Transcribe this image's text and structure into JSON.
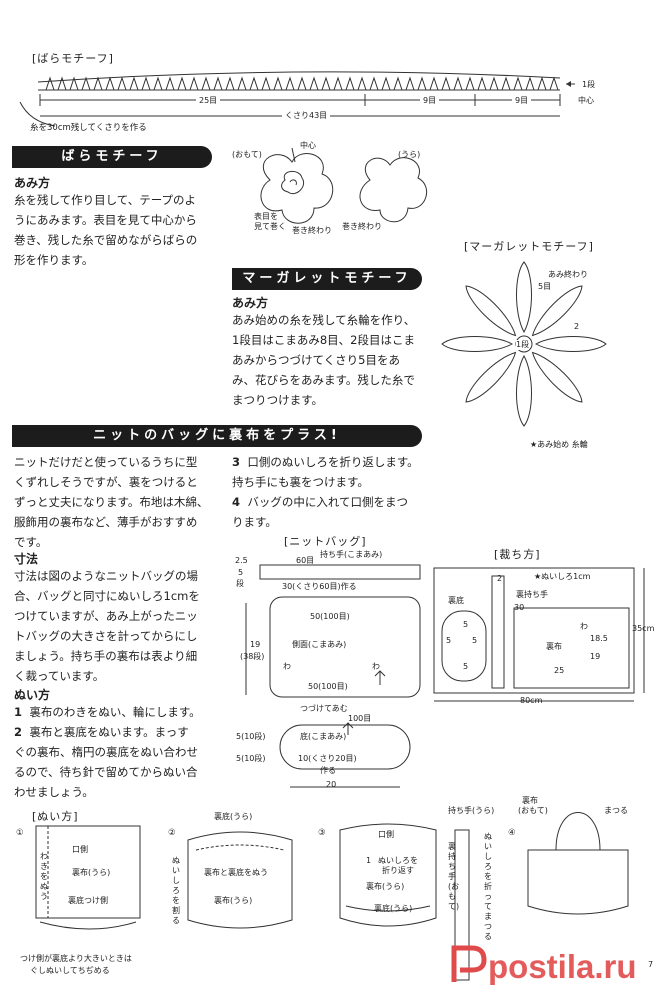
{
  "rose_chart": {
    "title": "[ばらモチーフ]",
    "row1": "1段",
    "center": "中心",
    "count25": "25目",
    "count9a": "9目",
    "count9b": "9目",
    "chain": "くさり43目",
    "tail_note": "糸を30cm残してくさりを作る"
  },
  "rose": {
    "title": "ばらモチーフ",
    "how_label": "あみ方",
    "body": [
      "糸を残して作り目して、テープのよ",
      "うにあみます。表目を見て中心から",
      "巻き、残した糸で留めながらばらの",
      "形を作ります。"
    ],
    "front_label": "(おもて)",
    "back_label": "(うら)",
    "center_label": "中心",
    "roll_note_1": "表目を",
    "roll_note_2": "見て巻く",
    "wind_end_1": "巻き終わり",
    "wind_end_2": "巻き終わり"
  },
  "marguerite": {
    "title": "マーガレットモチーフ",
    "how_label": "あみ方",
    "body": [
      "あみ始めの糸を残して糸輪を作り、",
      "1段目はこまあみ8目、2段目はこま",
      "あみからつづけてくさり5目をあ",
      "み、花びらをあみます。残した糸で",
      "まつりつけます。"
    ],
    "chart_title": "[マーガレットモチーフ]",
    "end_label": "あみ終わり",
    "count5": "5目",
    "row2": "2",
    "row1": "1段",
    "start_note": "★あみ始め 糸輪"
  },
  "knit_bag": {
    "title": "ニットのバッグに裏布をプラス!",
    "intro": [
      "ニットだけだと使っているうちに型",
      "くずれしそうですが、裏をつけると",
      "ずっと丈夫になります。布地は木綿、",
      "服飾用の裏布など、薄手がおすすめ",
      "です。"
    ],
    "size_label": "寸法",
    "size_body": [
      "寸法は図のようなニットバッグの場",
      "合、バッグと同寸にぬいしろ1cmを",
      "つけていますが、あみ上がったニッ",
      "トバッグの大きさを計ってからにし",
      "ましょう。持ち手の裏布は表より細",
      "く裁っています。"
    ],
    "sew_label": "ぬい方",
    "step1_num": "1",
    "step1": "裏布のわきをぬい、輪にします。",
    "step2_num": "2",
    "step2": [
      "裏布と裏底をぬいます。まっす",
      "ぐの裏布、楕円の裏底をぬい合わせ",
      "るので、待ち針で留めてからぬい合",
      "わせましょう。"
    ],
    "step3_num": "3",
    "step3": [
      "口側のぬいしろを折り返します。",
      "持ち手にも裏をつけます。"
    ],
    "step4_num": "4",
    "step4": [
      "バッグの中に入れて口側をまつ",
      "ります。"
    ]
  },
  "knit_diagram": {
    "title": "[ニットバッグ]",
    "handle": "持ち手(こまあみ)",
    "d60": "60目",
    "h25": "2.5",
    "h5": "5",
    "h_dan": "段",
    "chain30": "30(くさり60目)作る",
    "top50": "50(100目)",
    "side": "側面(こまあみ)",
    "bottom50": "50(100目)",
    "h19": "19",
    "h38": "(38段)",
    "wa1": "わ",
    "wa2": "わ",
    "attach": "つづけてあむ",
    "b100": "100目",
    "base": "底(こまあみ)",
    "b5a": "5(10段)",
    "b5b": "5(10段)",
    "chain10": "10(くさり20目)",
    "make": "作る",
    "w20": "20"
  },
  "cutting": {
    "title": "[裁ち方]",
    "seam": "★ぬいしろ1cm",
    "ura_soko": "裏底",
    "ura_mochite": "裏持ち手",
    "n30": "30",
    "n2": "2",
    "n5": [
      "5",
      "5",
      "5",
      "5"
    ],
    "urafu": "裏布",
    "wa": "わ",
    "n185": "18.5",
    "n19": "19",
    "n25": "25",
    "n35": "35cm",
    "n80": "80cm"
  },
  "sewing": {
    "title": "[ぬい方]",
    "n1": "①",
    "n2": "②",
    "n3": "③",
    "n4": "④",
    "s1_kuchi": "口側",
    "s1_waki": "わきをぬう",
    "s1_urafu": "裏布(うら)",
    "s1_tsuke": "裏底つけ側",
    "s1_note1": "つけ側が裏底より大きいときは",
    "s1_note2": "ぐしぬいしてちぢめる",
    "s2_urasoko": "裏底(うら)",
    "s2_wari": "ぬいしろを割る",
    "s2_sew": "裏布と裏底をぬう",
    "s2_urafu": "裏布(うら)",
    "s3_kuchi": "口側",
    "s3_n1": "1",
    "s3_fold1": "ぬいしろを",
    "s3_fold2": "折り返す",
    "s3_urafu": "裏布(うら)",
    "s3_urasoko": "裏底(うら)",
    "s4_handle": "持ち手(うら)",
    "s4_urahandle": "裏持ち手(おもて)",
    "s4_fold": "ぬいしろを折ってまつる",
    "s4_urafu1": "裏布",
    "s4_urafu2": "(おもて)",
    "s4_matsu": "まつる"
  },
  "watermark": "postila.ru",
  "page_number": "7"
}
